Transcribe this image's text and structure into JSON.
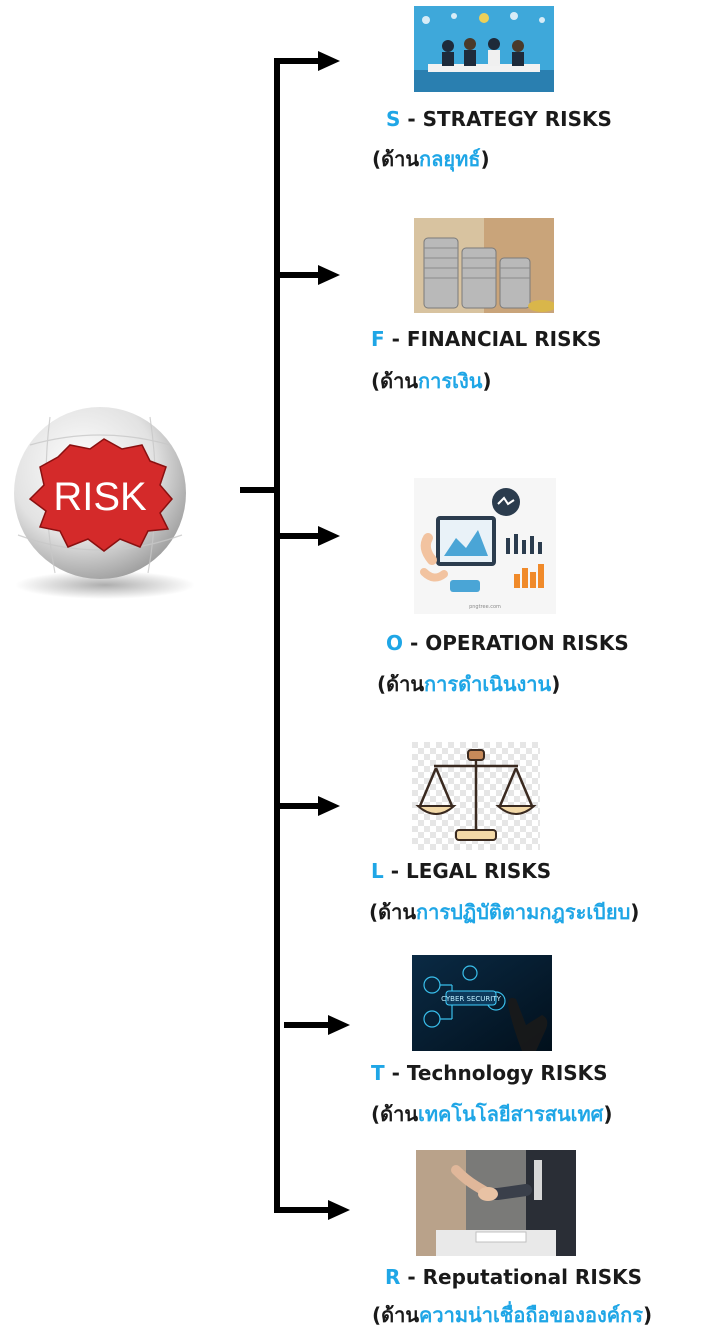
{
  "center": {
    "label": "RISK"
  },
  "categories": [
    {
      "letter": "S",
      "en": "- STRATEGY RISKS",
      "th_prefix": "(ด้าน",
      "th_word": "กลยุทธ์",
      "th_suffix": ")"
    },
    {
      "letter": "F",
      "en": "- FINANCIAL RISKS",
      "th_prefix": "(ด้าน",
      "th_word": "การเงิน",
      "th_suffix": ")"
    },
    {
      "letter": "O",
      "en": "- OPERATION RISKS",
      "th_prefix": "(ด้าน",
      "th_word": "การดำเนินงาน",
      "th_suffix": ")"
    },
    {
      "letter": "L",
      "en": "- LEGAL RISKS",
      "th_prefix": "(ด้าน",
      "th_word": "การปฏิบัติตามกฎระเบียบ",
      "th_suffix": ")"
    },
    {
      "letter": "T",
      "en": "- Technology RISKS",
      "th_prefix": "(ด้าน",
      "th_word": "เทคโนโลยีสารสนเทศ",
      "th_suffix": ")"
    },
    {
      "letter": "R",
      "en": "- Reputational RISKS",
      "th_prefix": "(ด้าน",
      "th_word": "ความน่าเชื่อถือขององค์กร",
      "th_suffix": ")"
    }
  ],
  "images": {
    "operation_watermark": "pngtree.com",
    "security_screen": "CYBER SECURITY"
  },
  "colors": {
    "accent": "#1fa6e6",
    "line": "#000000",
    "risk_red": "#d42a2a"
  }
}
